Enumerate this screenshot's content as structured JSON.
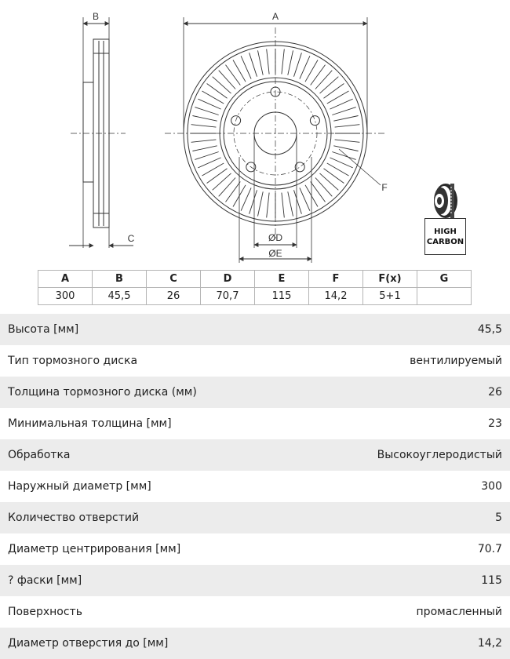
{
  "drawing": {
    "labels": {
      "a": "A",
      "b": "B",
      "c": "C",
      "d": "ØD",
      "e": "ØE",
      "f": "F"
    },
    "badge": {
      "line1": "HIGH",
      "line2": "CARBON"
    },
    "bolt_holes": 5,
    "vent_slots": 60
  },
  "dimension_table": {
    "headers": [
      "A",
      "B",
      "C",
      "D",
      "E",
      "F",
      "F(x)",
      "G"
    ],
    "values": [
      "300",
      "45,5",
      "26",
      "70,7",
      "115",
      "14,2",
      "5+1",
      ""
    ]
  },
  "specs": [
    {
      "label": "Высота [мм]",
      "value": "45,5"
    },
    {
      "label": "Тип тормозного диска",
      "value": "вентилируемый"
    },
    {
      "label": "Толщина тормозного диска (мм)",
      "value": "26"
    },
    {
      "label": "Минимальная толщина [мм]",
      "value": "23"
    },
    {
      "label": "Обработка",
      "value": "Высокоуглеродистый"
    },
    {
      "label": "Наружный диаметр [мм]",
      "value": "300"
    },
    {
      "label": "Количество отверстий",
      "value": "5"
    },
    {
      "label": "Диаметр центрирования [мм]",
      "value": "70.7"
    },
    {
      "label": "? фаски [мм]",
      "value": "115"
    },
    {
      "label": "Поверхность",
      "value": "промасленный"
    },
    {
      "label": "Диаметр отверстия до [мм]",
      "value": "14,2"
    }
  ]
}
